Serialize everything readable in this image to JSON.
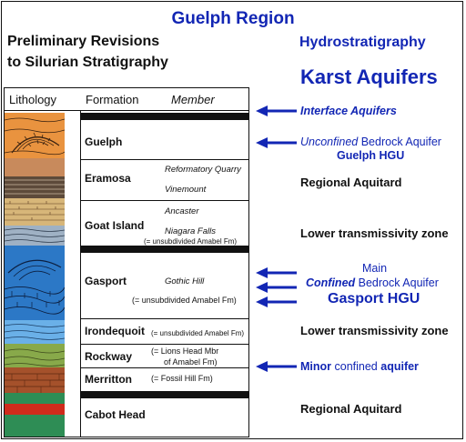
{
  "title": "Guelph Region",
  "left_subtitle": [
    "Preliminary Revisions",
    "to Silurian Stratigraphy"
  ],
  "right_subtitle": "Hydrostratigraphy",
  "karst": "Karst Aquifers",
  "table": {
    "headers": {
      "lithology": "Lithology",
      "formation": "Formation",
      "member": "Member"
    },
    "formations": [
      {
        "name": "Guelph",
        "members": []
      },
      {
        "name": "Eramosa",
        "members": [
          "Reformatory Quarry",
          "Vinemount"
        ]
      },
      {
        "name": "Goat Island",
        "members": [
          "Ancaster",
          "Niagara Falls"
        ],
        "note": "(= unsubdivided Amabel Fm)"
      },
      {
        "name": "Gasport",
        "members": [
          "Gothic Hill"
        ],
        "note": "(= unsubdivided Amabel Fm)"
      },
      {
        "name": "Irondequoit",
        "note": "(= unsubdivided Amabel Fm)"
      },
      {
        "name": "Rockway",
        "note": [
          "(= Lions Head Mbr",
          "of Amabel Fm)"
        ]
      },
      {
        "name": "Merritton",
        "note": "(= Fossil Hill Fm)"
      },
      {
        "name": "Cabot Head"
      }
    ]
  },
  "hydro": {
    "interface": "Interface Aquifers",
    "unconfined": {
      "prefix": "Unconfined",
      "rest": " Bedrock Aquifer",
      "hgu": "Guelph HGU"
    },
    "regional_aquitard": "Regional Aquitard",
    "lower_transmissivity": "Lower transmissivity zone",
    "main": "Main",
    "confined": {
      "prefix": "Confined",
      "rest": " Bedrock Aquifer",
      "hgu": "Gasport HGU"
    },
    "minor": {
      "a": "Minor",
      "b": " confined ",
      "c": "aquifer"
    }
  },
  "colors": {
    "accent_blue": "#1226b4",
    "guelph_orange": "#e9933f",
    "eramosa_tan": "#c88a5c",
    "gasport_blue": "#2c78c6",
    "rockway_green": "#88a94a",
    "merritton_brown": "#a5512b",
    "cabot_red": "#d02b1c",
    "cabot_green": "#2e8d55"
  }
}
